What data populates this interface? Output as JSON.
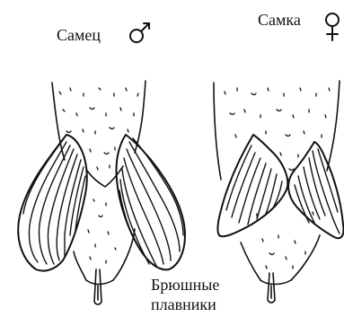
{
  "labels": {
    "male": "Самец",
    "female": "Самка",
    "fins_line1": "Брюшные",
    "fins_line2": "плавники"
  },
  "icons": {
    "male_symbol": "male-symbol-icon",
    "female_symbol": "female-symbol-icon"
  },
  "colors": {
    "ink": "#111111",
    "background": "#ffffff"
  }
}
